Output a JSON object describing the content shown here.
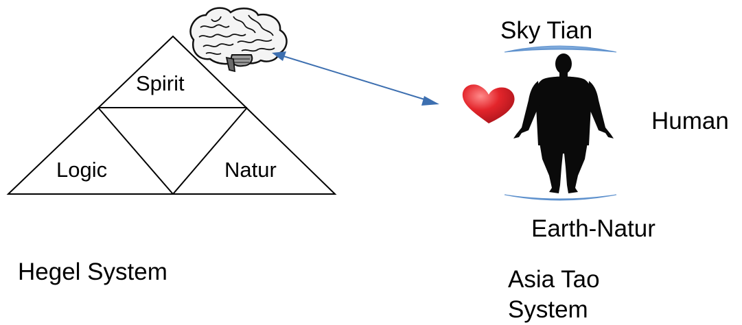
{
  "hegel": {
    "triangle": {
      "top": "Spirit",
      "left": "Logic",
      "right": "Natur"
    },
    "caption": "Hegel System",
    "icon": "brain-icon"
  },
  "tao": {
    "top": "Sky Tian",
    "side": "Human",
    "bottom": "Earth-Natur",
    "caption": "Asia Tao System",
    "icons": [
      "heart-icon",
      "human-figure-icon"
    ]
  },
  "colors": {
    "line": "#000000",
    "arrow": "#3d6fb0",
    "arc": "#6a9bd3",
    "heart": "#d9262b"
  }
}
